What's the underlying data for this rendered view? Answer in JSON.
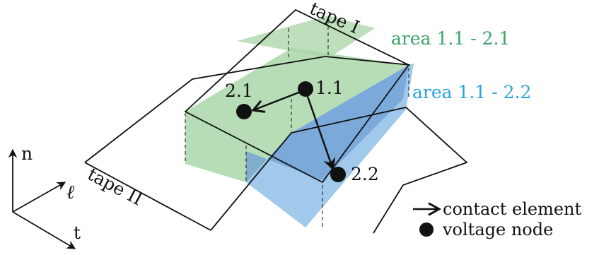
{
  "labels": {
    "tape_one": "tape I",
    "tape_two": "tape II",
    "area_green": "area 1.1 - 2.1",
    "area_blue": "area 1.1 - 2.2",
    "node_11": "1.1",
    "node_21": "2.1",
    "node_22": "2.2"
  },
  "axes": {
    "n": "n",
    "l": "ℓ",
    "t": "t"
  },
  "legend": {
    "contact_element": "contact element",
    "voltage_node": "voltage node"
  },
  "colors": {
    "green_area": "#b7dcb4",
    "blue_area": "#9ec7ec",
    "green_text": "#3aa46a",
    "blue_text": "#2aa3dc"
  }
}
